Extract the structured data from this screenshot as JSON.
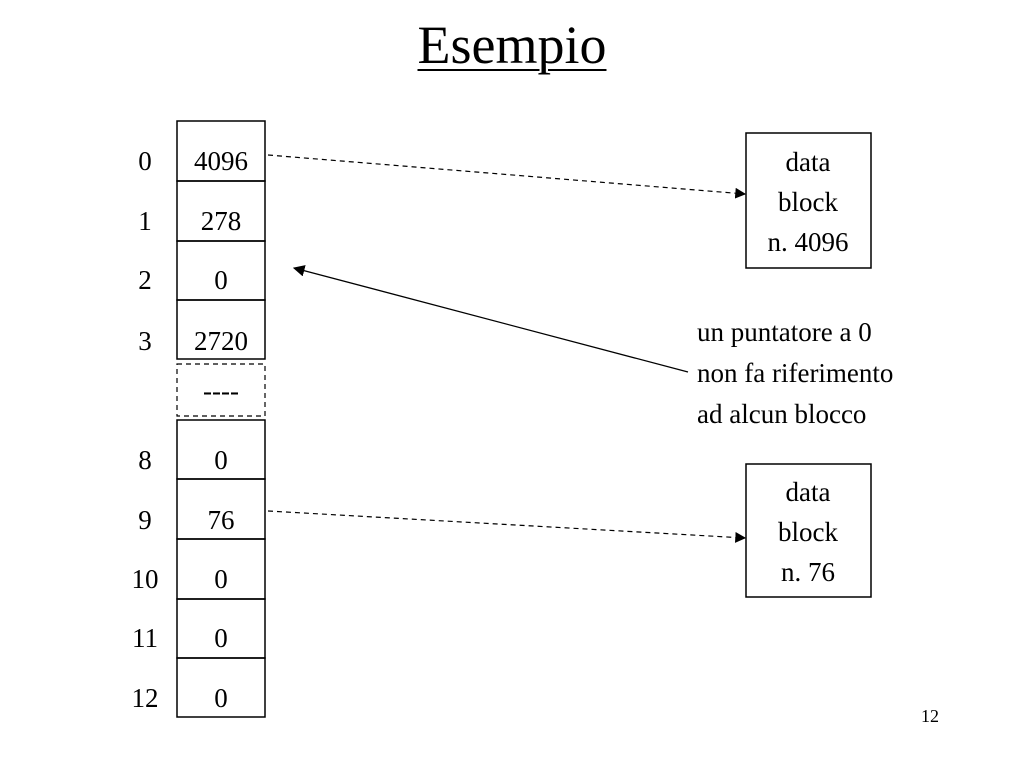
{
  "title": "Esempio",
  "page_number": "12",
  "rows": [
    {
      "index": "0",
      "value": "4096"
    },
    {
      "index": "1",
      "value": "278"
    },
    {
      "index": "2",
      "value": "0"
    },
    {
      "index": "3",
      "value": "2720"
    },
    {
      "index": "",
      "value": "----"
    },
    {
      "index": "8",
      "value": "0"
    },
    {
      "index": "9",
      "value": "76"
    },
    {
      "index": "10",
      "value": "0"
    },
    {
      "index": "11",
      "value": "0"
    },
    {
      "index": "12",
      "value": "0"
    }
  ],
  "blocks": [
    {
      "line1": "data",
      "line2": "block",
      "line3": "n. 4096"
    },
    {
      "line1": "data",
      "line2": "block",
      "line3": "n. 76"
    }
  ],
  "annotation": {
    "line1": "un puntatore a 0",
    "line2": "non fa riferimento",
    "line3": "ad alcun blocco"
  }
}
